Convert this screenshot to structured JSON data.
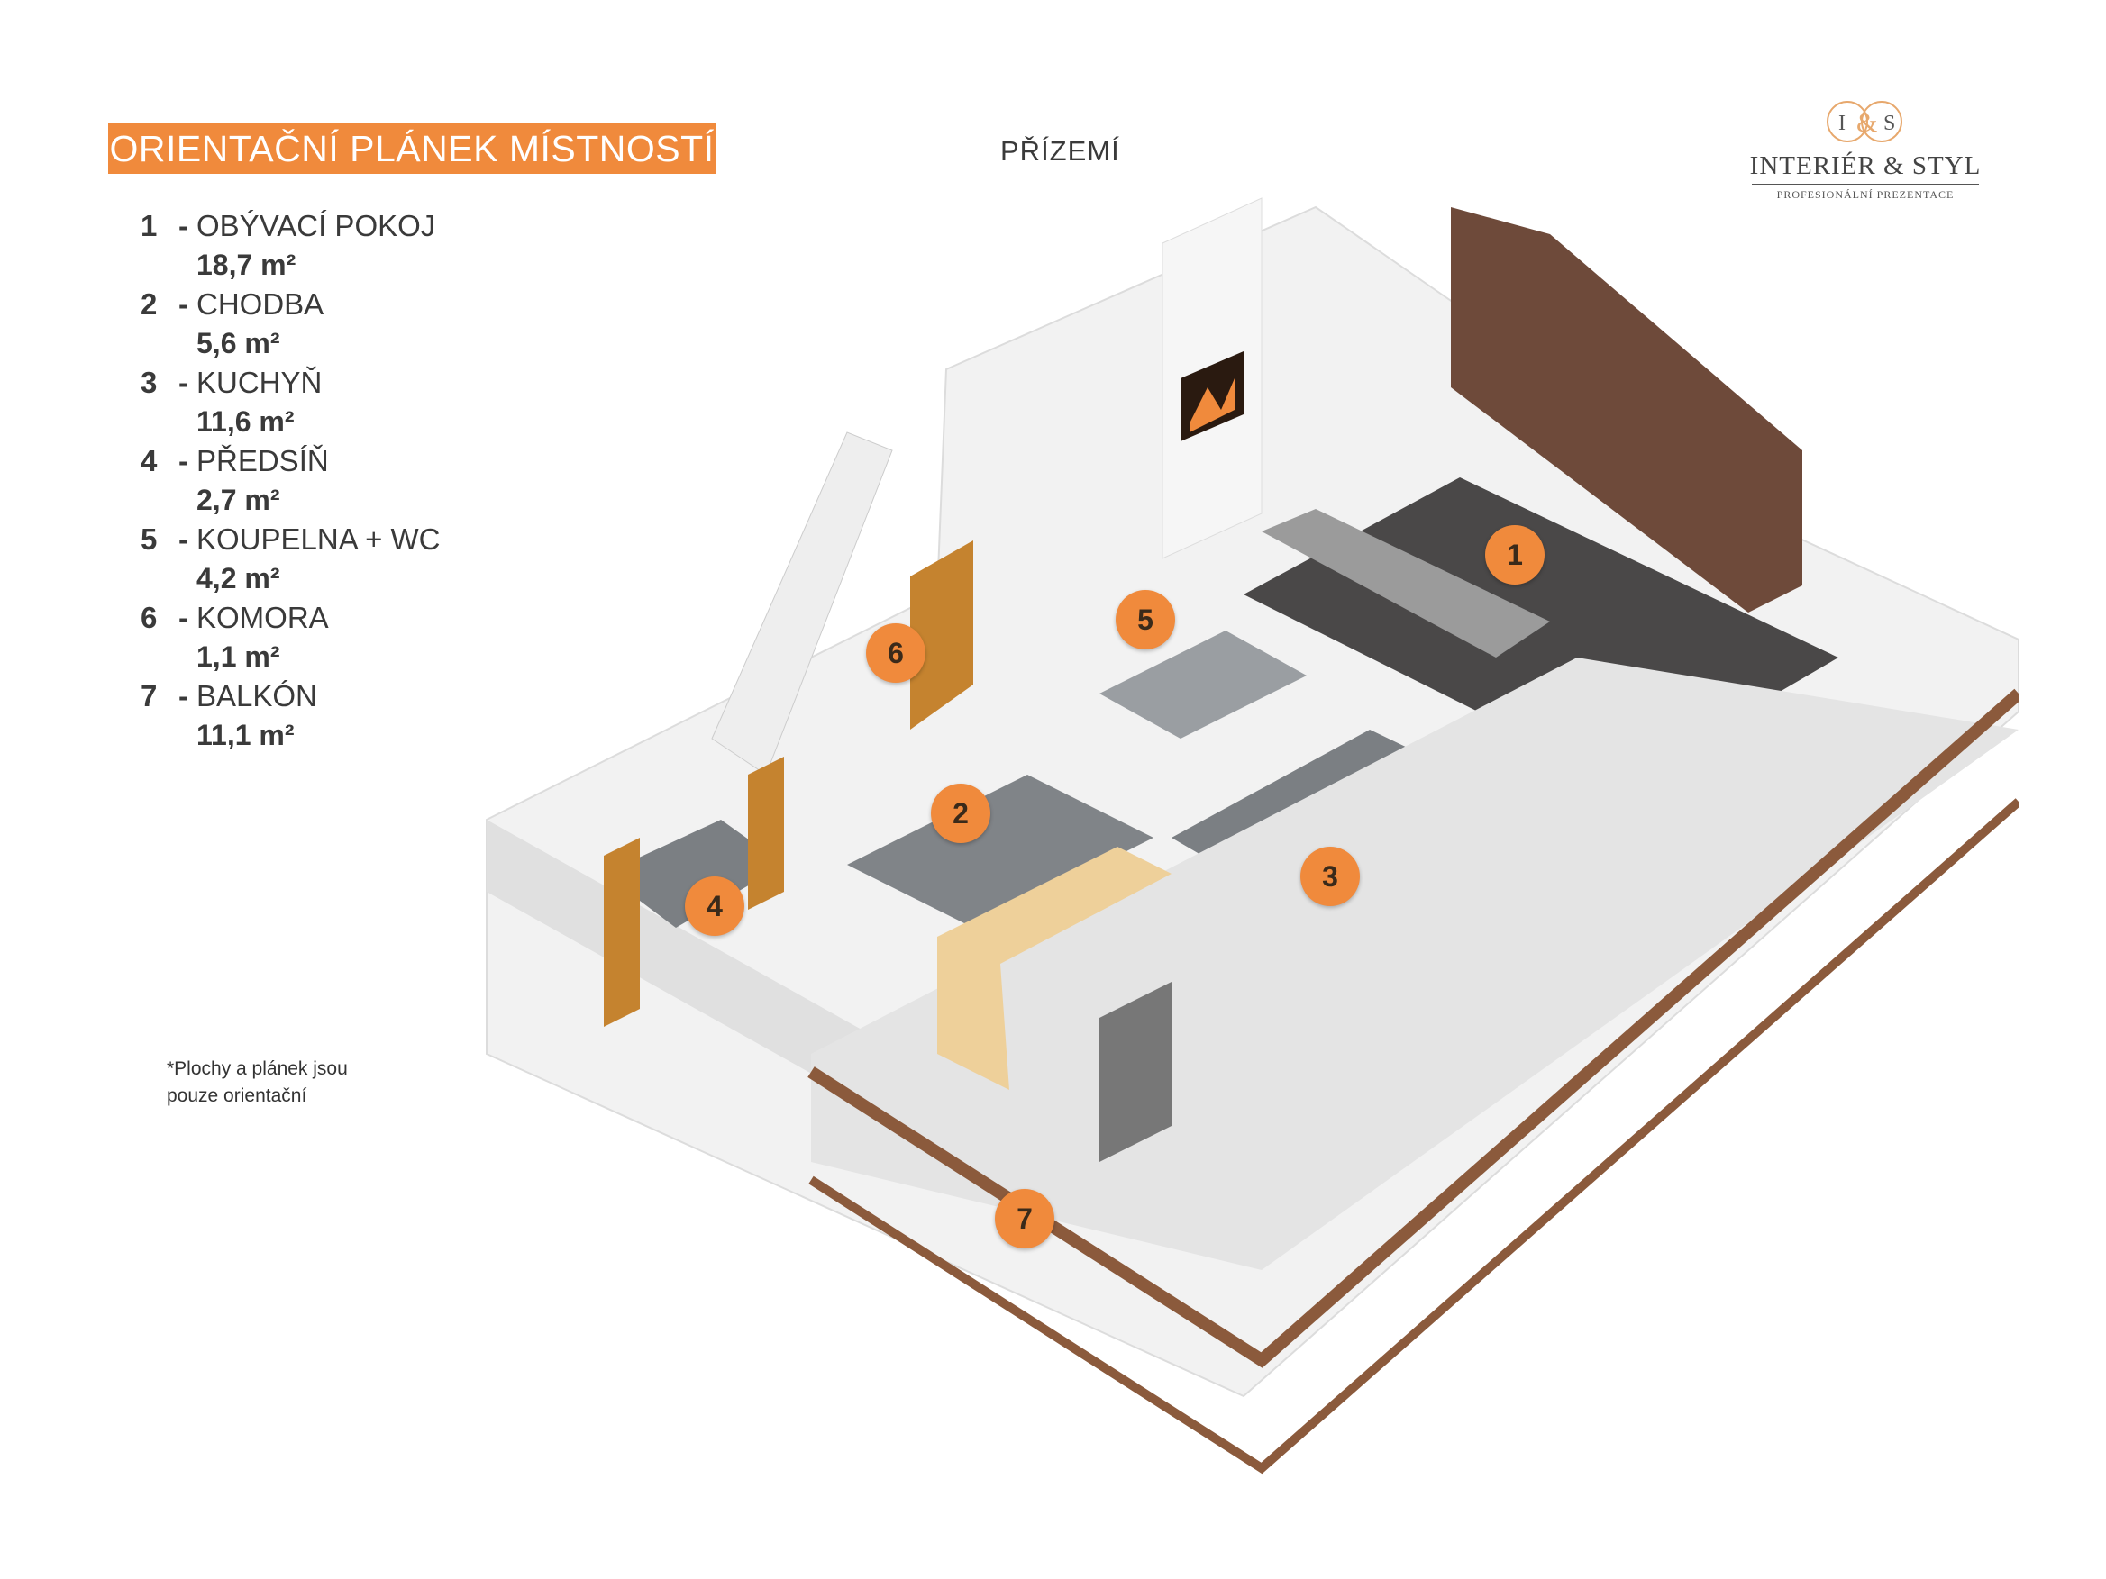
{
  "header": {
    "title": "ORIENTAČNÍ PLÁNEK MÍSTNOSTÍ",
    "floor": "PŘÍZEMÍ"
  },
  "logo": {
    "initial_left": "I",
    "initial_amp": "&",
    "initial_right": "S",
    "name": "INTERIÉR & STYL",
    "tagline": "PROFESIONÁLNÍ PREZENTACE"
  },
  "legend": [
    {
      "num": "1",
      "dash": "-",
      "name": "OBÝVACÍ POKOJ",
      "area": "18,7 m²"
    },
    {
      "num": "2",
      "dash": "-",
      "name": "CHODBA",
      "area": "5,6 m²"
    },
    {
      "num": "3",
      "dash": "-",
      "name": "KUCHYŇ",
      "area": "11,6 m²"
    },
    {
      "num": "4",
      "dash": "-",
      "name": "PŘEDSÍŇ",
      "area": "2,7 m²"
    },
    {
      "num": "5",
      "dash": "-",
      "name": "KOUPELNA + WC",
      "area": "4,2 m²"
    },
    {
      "num": "6",
      "dash": "-",
      "name": "KOMORA",
      "area": "1,1 m²"
    },
    {
      "num": "7",
      "dash": "-",
      "name": "BALKÓN",
      "area": "11,1 m²"
    }
  ],
  "note": {
    "line1": "*Plochy  a plánek jsou",
    "line2": "pouze orientační"
  },
  "markers": [
    "1",
    "2",
    "3",
    "4",
    "5",
    "6",
    "7"
  ],
  "colors": {
    "accent": "#f08a3c",
    "wood": "#8b5a3c",
    "floor_grey": "#7b7f83",
    "carpet": "#4a4848",
    "wall": "#f2f2f2"
  }
}
